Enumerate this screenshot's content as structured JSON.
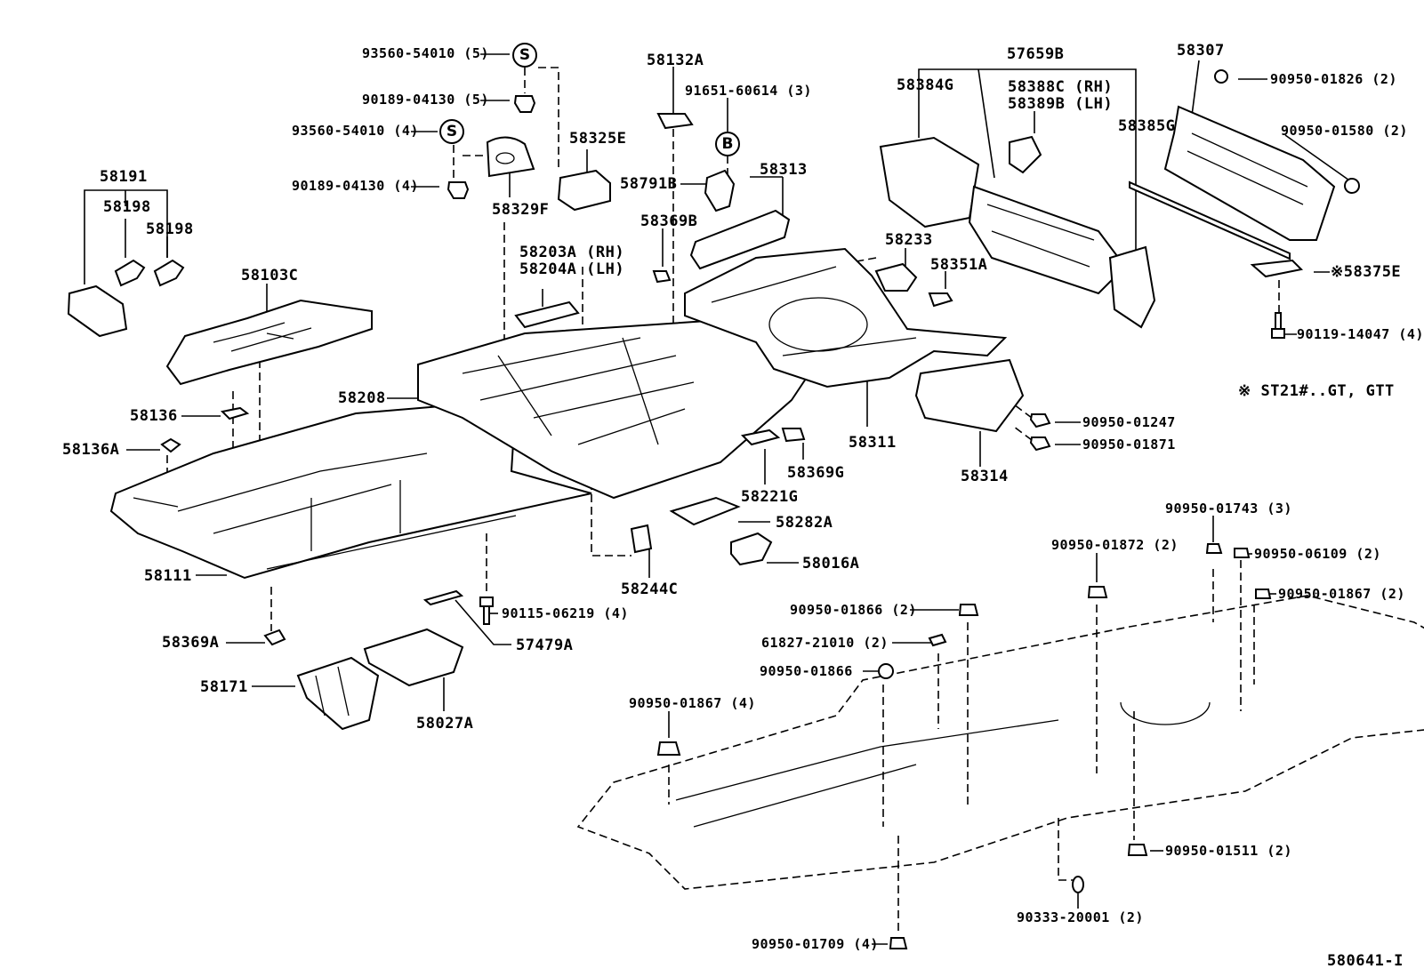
{
  "diagram_id": "580641-I",
  "note_mark": "※",
  "note_text": "ST21#..GT, GTT",
  "callout_letters": {
    "s": "S",
    "b": "B"
  },
  "labels": {
    "p93560_54010_5": "93560-54010 (5)",
    "p90189_04130_5": "90189-04130 (5)",
    "p93560_54010_4": "93560-54010 (4)",
    "p90189_04130_4": "90189-04130 (4)",
    "p58325E": "58325E",
    "p58329F": "58329F",
    "p58191": "58191",
    "p58198a": "58198",
    "p58198b": "58198",
    "p58103C": "58103C",
    "p58136": "58136",
    "p58136A": "58136A",
    "p58111": "58111",
    "p58369A": "58369A",
    "p58171": "58171",
    "p58027A": "58027A",
    "p57479A": "57479A",
    "p90115_06219": "90115-06219 (4)",
    "p58208": "58208",
    "p58203A": "58203A (RH)",
    "p58204A": "58204A (LH)",
    "p58132A": "58132A",
    "p91651_60614": "91651-60614 (3)",
    "p58791B": "58791B",
    "p58313": "58313",
    "p58369B": "58369B",
    "p58233": "58233",
    "p58351A": "58351A",
    "p58311": "58311",
    "p58221G": "58221G",
    "p58369G": "58369G",
    "p58282A": "58282A",
    "p58016A": "58016A",
    "p58244C": "58244C",
    "p57659B": "57659B",
    "p58384G": "58384G",
    "p58388C": "58388C (RH)",
    "p58389B": "58389B (LH)",
    "p58385G": "58385G",
    "p58307": "58307",
    "p90950_01826": "90950-01826 (2)",
    "p90950_01580": "90950-01580 (2)",
    "p58375E": "58375E",
    "p90119_14047": "90119-14047 (4)",
    "p58314": "58314",
    "p90950_01247": "90950-01247",
    "p90950_01871": "90950-01871",
    "p90950_01743": "90950-01743 (3)",
    "p90950_06109": "90950-06109 (2)",
    "p90950_01872": "90950-01872 (2)",
    "p90950_01867_2": "90950-01867 (2)",
    "p90950_01866_2": "90950-01866 (2)",
    "p61827_21010": "61827-21010 (2)",
    "p90950_01866": "90950-01866",
    "p90950_01867_4": "90950-01867 (4)",
    "p90950_01511": "90950-01511 (2)",
    "p90333_20001": "90333-20001 (2)",
    "p90950_01709": "90950-01709 (4)"
  }
}
